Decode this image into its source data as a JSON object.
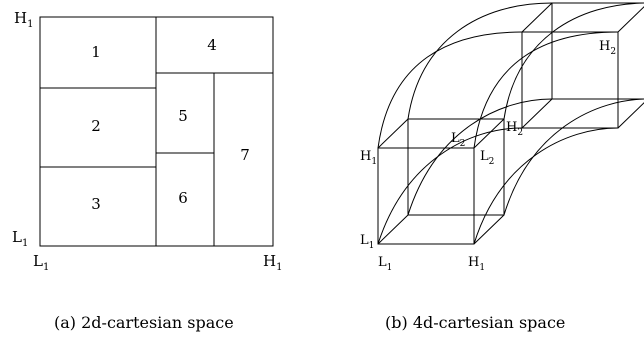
{
  "panel_a": {
    "regions": [
      "1",
      "2",
      "3",
      "4",
      "5",
      "6",
      "7"
    ],
    "axis_labels": {
      "top_left": "H",
      "bottom_left": "L",
      "origin": "L",
      "bottom_right": "H",
      "subscript": "1"
    },
    "caption": "(a) 2d-cartesian space"
  },
  "panel_b": {
    "labels": {
      "H1_left": "H",
      "L1_left": "L",
      "L1_bottom": "L",
      "H1_bottom": "H",
      "L2_front_top": "L",
      "L2_front_side": "L",
      "H2_back_left": "H",
      "H2_back_right": "H",
      "sub1": "1",
      "sub2": "2"
    },
    "caption": "(b) 4d-cartesian space"
  },
  "colors": {
    "ink": "#000000",
    "background": "#ffffff"
  }
}
